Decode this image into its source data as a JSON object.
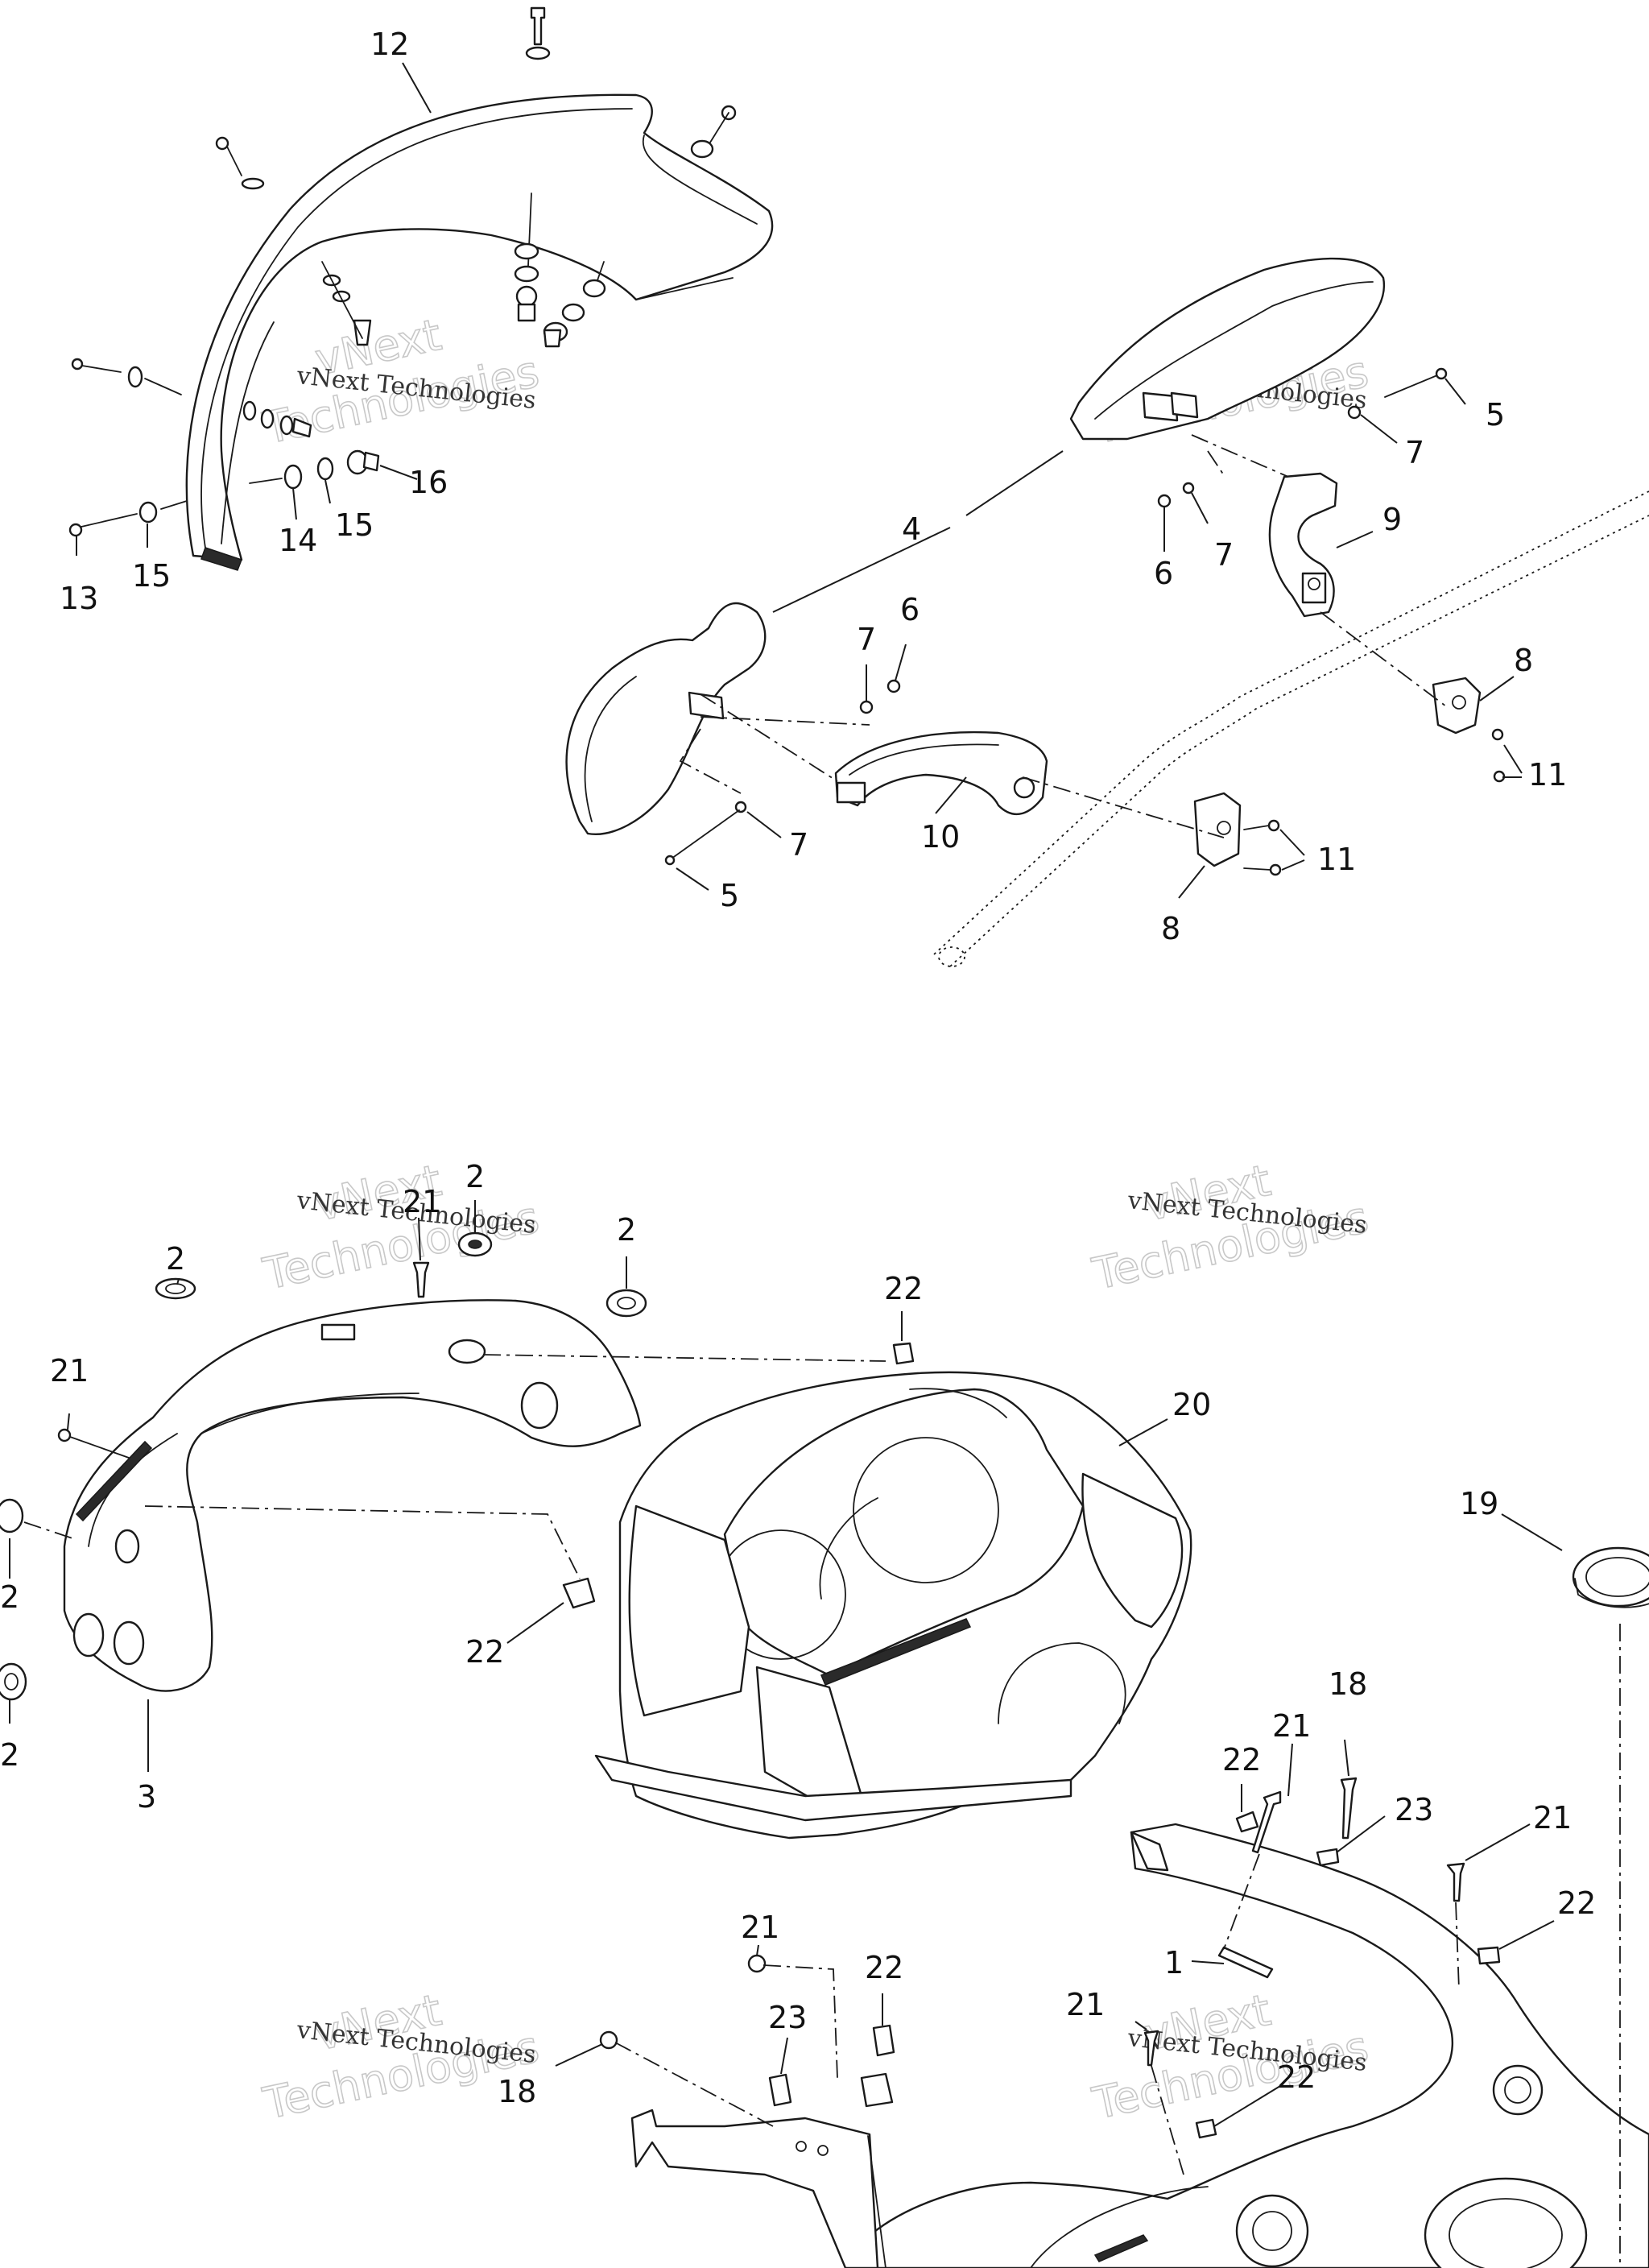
{
  "callouts": [
    {
      "id": "c12",
      "text": "12"
    },
    {
      "id": "c4",
      "text": "4"
    },
    {
      "id": "c5a",
      "text": "5"
    },
    {
      "id": "c7a",
      "text": "7"
    },
    {
      "id": "c9",
      "text": "9"
    },
    {
      "id": "c6a",
      "text": "6"
    },
    {
      "id": "c7b",
      "text": "7"
    },
    {
      "id": "c16",
      "text": "16"
    },
    {
      "id": "c13",
      "text": "13"
    },
    {
      "id": "c15a",
      "text": "15"
    },
    {
      "id": "c14",
      "text": "14"
    },
    {
      "id": "c15b",
      "text": "15"
    },
    {
      "id": "c7c",
      "text": "7"
    },
    {
      "id": "c6b",
      "text": "6"
    },
    {
      "id": "c8a",
      "text": "8"
    },
    {
      "id": "c11a",
      "text": "11"
    },
    {
      "id": "c7d",
      "text": "7"
    },
    {
      "id": "c10",
      "text": "10"
    },
    {
      "id": "c11b",
      "text": "11"
    },
    {
      "id": "c5b",
      "text": "5"
    },
    {
      "id": "c8b",
      "text": "8"
    },
    {
      "id": "c2a",
      "text": "2"
    },
    {
      "id": "c21a",
      "text": "21"
    },
    {
      "id": "c2b",
      "text": "2"
    },
    {
      "id": "c2c",
      "text": "2"
    },
    {
      "id": "c22a",
      "text": "22"
    },
    {
      "id": "c20",
      "text": "20"
    },
    {
      "id": "c21b",
      "text": "21"
    },
    {
      "id": "c19",
      "text": "19"
    },
    {
      "id": "c2d",
      "text": "2"
    },
    {
      "id": "c22b",
      "text": "22"
    },
    {
      "id": "c2e",
      "text": "2"
    },
    {
      "id": "c3",
      "text": "3"
    },
    {
      "id": "c18a",
      "text": "18"
    },
    {
      "id": "c21c",
      "text": "21"
    },
    {
      "id": "c22c",
      "text": "22"
    },
    {
      "id": "c23a",
      "text": "23"
    },
    {
      "id": "c21d",
      "text": "21"
    },
    {
      "id": "c22d",
      "text": "22"
    },
    {
      "id": "c1",
      "text": "1"
    },
    {
      "id": "c21e",
      "text": "21"
    },
    {
      "id": "c22e",
      "text": "22"
    },
    {
      "id": "c23b",
      "text": "23"
    },
    {
      "id": "c21f",
      "text": "21"
    },
    {
      "id": "c18b",
      "text": "18"
    },
    {
      "id": "c22f",
      "text": "22"
    }
  ],
  "watermark": {
    "line1": "vNext",
    "line2": "Technologies",
    "caption": "vNext Technologies"
  }
}
